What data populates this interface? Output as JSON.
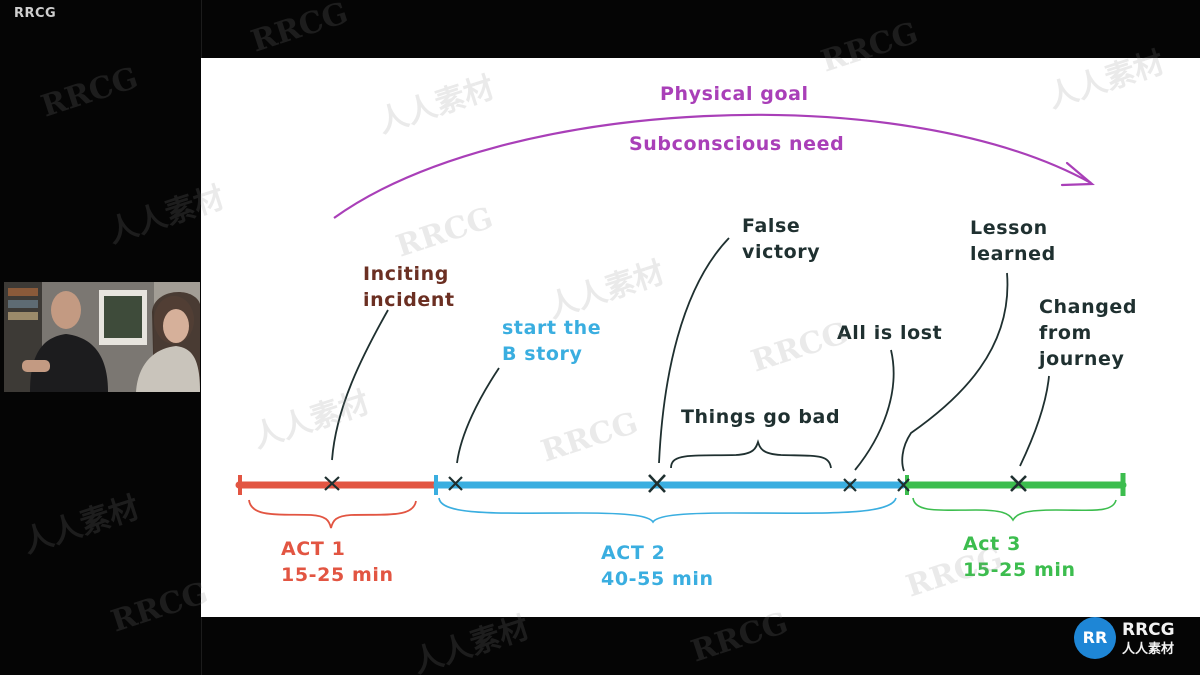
{
  "brand_top": "RRCG",
  "colors": {
    "act1": "#e25542",
    "act2": "#3aaee0",
    "act3": "#3cbd4e",
    "goal": "#a93fb8",
    "incident": "#6b2f22",
    "dark": "#1f3030"
  },
  "diagram": {
    "goal_label": "Physical goal",
    "need_label": "Subconscious need",
    "inciting_incident": "Inciting\nincident",
    "b_story": "start the\nB story",
    "false_victory": "False\nvictory",
    "things_go_bad": "Things go bad",
    "all_is_lost": "All is lost",
    "lesson_learned": "Lesson\nlearned",
    "changed_from_journey": "Changed\nfrom\njourney",
    "act1": {
      "name": "ACT 1",
      "duration": "15-25 min"
    },
    "act2": {
      "name": "ACT 2",
      "duration": "40-55 min"
    },
    "act3": {
      "name": "Act 3",
      "duration": "15-25 min"
    }
  },
  "logo": {
    "mark": "RR",
    "name": "RRCG",
    "sub": "人人素材"
  },
  "watermarks": [
    "RRCG",
    "人人素材"
  ],
  "icons": {
    "logo_mark": "rrcg-logo-icon"
  }
}
